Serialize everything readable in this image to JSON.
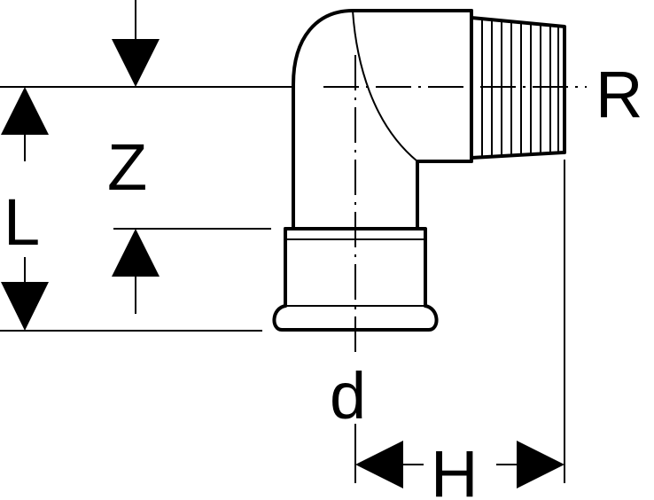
{
  "labels": {
    "z": "Z",
    "l": "L",
    "r": "R",
    "d": "d",
    "h": "H"
  }
}
